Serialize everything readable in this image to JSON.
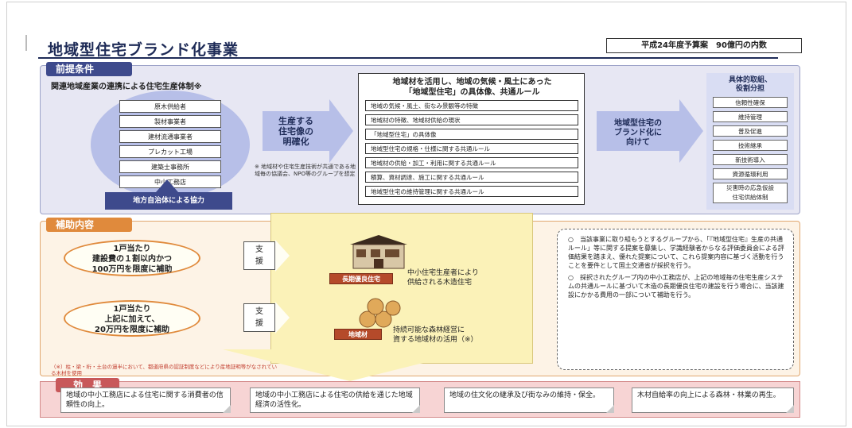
{
  "title": "地域型住宅ブランド化事業",
  "budget": "平成24年度予算案　90億円の内数",
  "premise": {
    "tab": "前提条件",
    "subtitle": "関連地域産業の連携による住宅生産体制※",
    "participants": [
      "原木供給者",
      "製材事業者",
      "建材流通事業者",
      "プレカット工場",
      "建築士事務所",
      "中小工務店"
    ],
    "support_box": "地方自治体による協力",
    "note": "※ 地域材や住宅生産技術が共通である地域毎の協議会、NPO等のグループを想定",
    "arrow1_text": [
      "生産する",
      "住宅像の",
      "明確化"
    ],
    "center_title_1": "地域材を活用し、地域の気候・風土にあった",
    "center_title_2": "「地域型住宅」の具体像、共通ルール",
    "center_rows": [
      "地域の気候・風土、街なみ景観等の特徴",
      "地域材の特徴、地域材供給の現状",
      "「地域型住宅」の具体像",
      "地域型住宅の規格・仕様に関する共通ルール",
      "地域材の供給・加工・利用に関する共通ルール",
      "積算、資材調達、施工に関する共通ルール",
      "地域型住宅の維持管理に関する共通ルール"
    ],
    "arrow2_text": [
      "地域型住宅の",
      "ブランド化に",
      "向けて"
    ],
    "right_title_1": "具体的取組、",
    "right_title_2": "役割分担",
    "right_items": [
      "信頼性確保",
      "維持管理",
      "普及促進",
      "技術継承",
      "新技術導入",
      "資源循環利用"
    ],
    "right_last_1": "災害時の応急仮設",
    "right_last_2": "住宅供給体制"
  },
  "subsidy": {
    "tab": "補助内容",
    "oval1": [
      "1戸当たり",
      "建設費の１割以内かつ",
      "100万円を限度に補助"
    ],
    "oval2": [
      "1戸当たり",
      "上記に加えて、",
      "20万円を限度に補助"
    ],
    "shien": [
      "支",
      "援"
    ],
    "house_tag": "長期優良住宅",
    "house_caption": [
      "中小住宅生産者により",
      "供給される木造住宅"
    ],
    "wood_tag": "地域材",
    "wood_caption": [
      "持続可能な森林経営に",
      "資する地域材の活用（※）"
    ],
    "small_note": "（※）柱・梁・桁・土台の過半において、都道府県の認証制度などにより産地証明等がなされている木材を使用",
    "dash_text_1": "○　当該事業に取り組もうとするグループから、「『地域型住宅』生産の共通ルール」等に関する提案を募集し、学識経験者からなる評価委員会による評価結果を踏まえ、優れた提案について、これら提案内容に基づく活動を行うことを要件として国土交通省が採択を行う。",
    "dash_text_2": "○　採択されたグループ内の中小工務店が、上記の地域毎の住宅生産システムの共通ルールに基づいて木造の長期優良住宅の建設を行う場合に、当該建設にかかる費用の一部について補助を行う。"
  },
  "effect": {
    "tab": "効　果",
    "items": [
      "地域の中小工務店による住宅に関する消費者の信頼性の向上。",
      "地域の中小工務店による住宅の供給を通じた地域経済の活性化。",
      "地域の住文化の継承及び街なみの維持・保全。",
      "木材自給率の向上による森林・林業の再生。"
    ]
  },
  "colors": {
    "navy": "#1e2b57",
    "premise_tab": "#3e4a8c",
    "subsidy_tab": "#e08a3c",
    "effect_tab": "#c8585a"
  }
}
